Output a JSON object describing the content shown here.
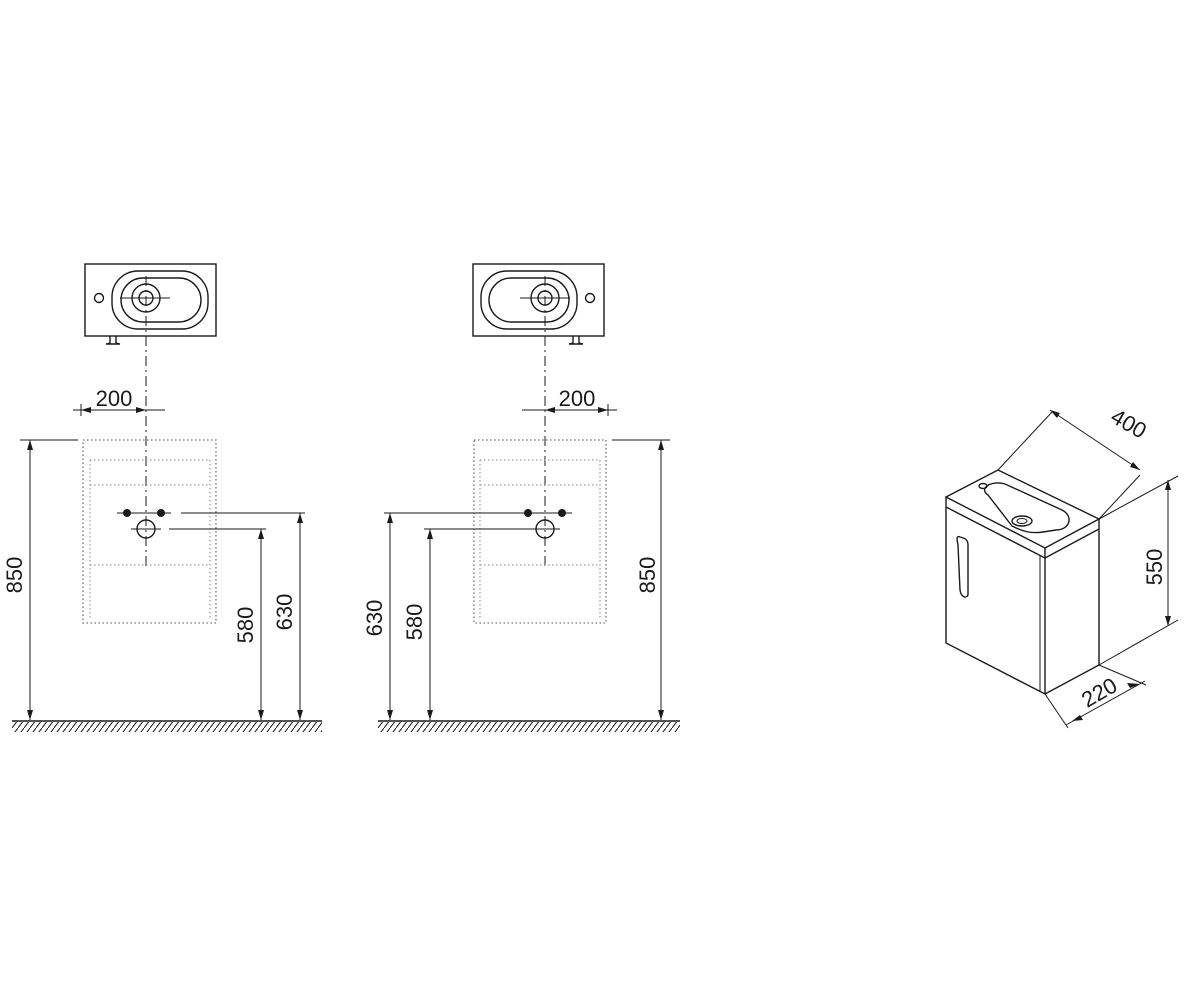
{
  "left_view": {
    "dim_width": "200",
    "dim_total_height": "850",
    "dim_waste_height": "580",
    "dim_supply_height": "630"
  },
  "middle_view": {
    "dim_width": "200",
    "dim_total_height": "850",
    "dim_waste_height": "580",
    "dim_supply_height": "630"
  },
  "iso_view": {
    "dim_width": "400",
    "dim_height": "550",
    "dim_depth": "220"
  }
}
